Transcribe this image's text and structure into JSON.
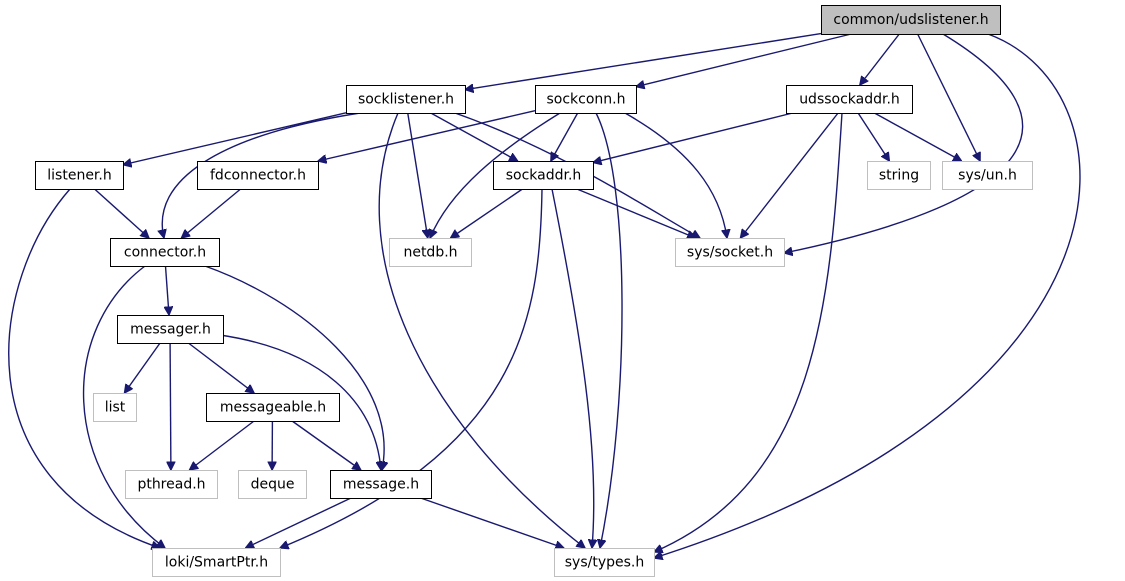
{
  "graph": {
    "root": "udslistener",
    "colors": {
      "edge": "#191970",
      "root_fill": "#bfbfbf",
      "documented_border": "#000000",
      "undocumented_border": "#bfbfbf"
    },
    "nodes": [
      {
        "id": "udslistener",
        "label": "common/udslistener.h",
        "kind": "root"
      },
      {
        "id": "socklistener",
        "label": "socklistener.h",
        "kind": "documented"
      },
      {
        "id": "sockconn",
        "label": "sockconn.h",
        "kind": "documented"
      },
      {
        "id": "udssockaddr",
        "label": "udssockaddr.h",
        "kind": "documented"
      },
      {
        "id": "listener",
        "label": "listener.h",
        "kind": "documented"
      },
      {
        "id": "fdconnector",
        "label": "fdconnector.h",
        "kind": "documented"
      },
      {
        "id": "sockaddr",
        "label": "sockaddr.h",
        "kind": "documented"
      },
      {
        "id": "string",
        "label": "string",
        "kind": "external"
      },
      {
        "id": "sysun",
        "label": "sys/un.h",
        "kind": "external"
      },
      {
        "id": "connector",
        "label": "connector.h",
        "kind": "documented"
      },
      {
        "id": "netdb",
        "label": "netdb.h",
        "kind": "external"
      },
      {
        "id": "syssocket",
        "label": "sys/socket.h",
        "kind": "external"
      },
      {
        "id": "messager",
        "label": "messager.h",
        "kind": "documented"
      },
      {
        "id": "list",
        "label": "list",
        "kind": "external"
      },
      {
        "id": "messageable",
        "label": "messageable.h",
        "kind": "documented"
      },
      {
        "id": "pthread",
        "label": "pthread.h",
        "kind": "external"
      },
      {
        "id": "deque",
        "label": "deque",
        "kind": "external"
      },
      {
        "id": "message",
        "label": "message.h",
        "kind": "documented"
      },
      {
        "id": "smartptr",
        "label": "loki/SmartPtr.h",
        "kind": "external"
      },
      {
        "id": "systypes",
        "label": "sys/types.h",
        "kind": "external"
      }
    ],
    "edges": [
      [
        "udslistener",
        "socklistener"
      ],
      [
        "udslistener",
        "sockconn"
      ],
      [
        "udslistener",
        "udssockaddr"
      ],
      [
        "udslistener",
        "sysun"
      ],
      [
        "udslistener",
        "syssocket"
      ],
      [
        "udslistener",
        "systypes"
      ],
      [
        "socklistener",
        "listener"
      ],
      [
        "socklistener",
        "connector"
      ],
      [
        "socklistener",
        "sockaddr"
      ],
      [
        "socklistener",
        "netdb"
      ],
      [
        "socklistener",
        "syssocket"
      ],
      [
        "socklistener",
        "systypes"
      ],
      [
        "sockconn",
        "fdconnector"
      ],
      [
        "sockconn",
        "sockaddr"
      ],
      [
        "sockconn",
        "netdb"
      ],
      [
        "sockconn",
        "syssocket"
      ],
      [
        "sockconn",
        "systypes"
      ],
      [
        "udssockaddr",
        "sockaddr"
      ],
      [
        "udssockaddr",
        "string"
      ],
      [
        "udssockaddr",
        "sysun"
      ],
      [
        "udssockaddr",
        "syssocket"
      ],
      [
        "udssockaddr",
        "systypes"
      ],
      [
        "listener",
        "connector"
      ],
      [
        "listener",
        "smartptr"
      ],
      [
        "fdconnector",
        "connector"
      ],
      [
        "sockaddr",
        "netdb"
      ],
      [
        "sockaddr",
        "syssocket"
      ],
      [
        "sockaddr",
        "smartptr"
      ],
      [
        "sockaddr",
        "systypes"
      ],
      [
        "connector",
        "messager"
      ],
      [
        "connector",
        "message"
      ],
      [
        "connector",
        "smartptr"
      ],
      [
        "messager",
        "list"
      ],
      [
        "messager",
        "messageable"
      ],
      [
        "messager",
        "pthread"
      ],
      [
        "messager",
        "message"
      ],
      [
        "messageable",
        "pthread"
      ],
      [
        "messageable",
        "deque"
      ],
      [
        "messageable",
        "message"
      ],
      [
        "message",
        "smartptr"
      ],
      [
        "message",
        "systypes"
      ]
    ]
  }
}
